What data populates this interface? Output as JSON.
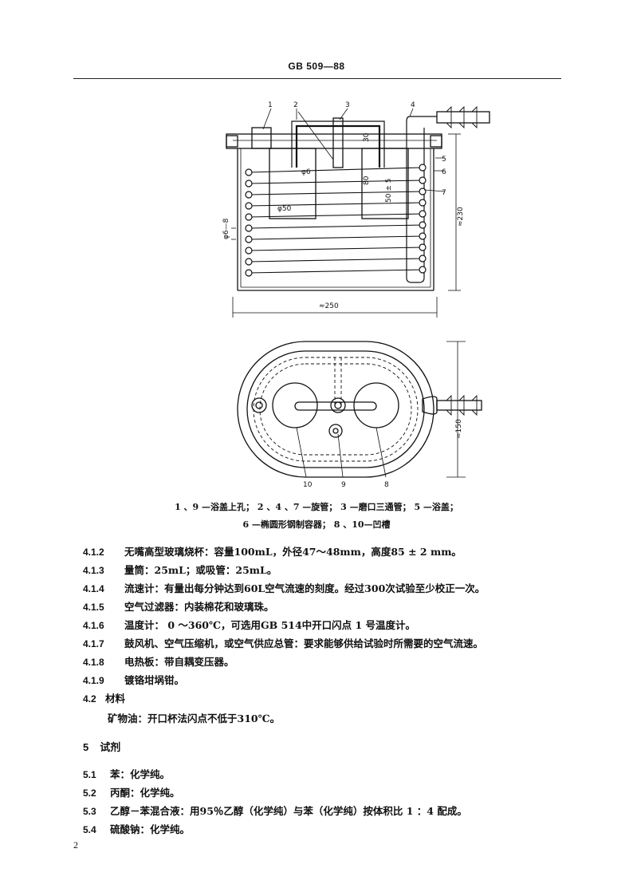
{
  "header": {
    "standard_code": "GB 509—88"
  },
  "figure": {
    "part_numbers": [
      "1",
      "2",
      "3",
      "4",
      "5",
      "6",
      "7",
      "8",
      "9",
      "10"
    ],
    "dimensions": {
      "width": "≈250",
      "height": "≈230",
      "depth_small": "30",
      "depth_80": "80",
      "tolerance": "50 ± 5",
      "tube_dia": "φ6",
      "beaker_dia": "φ50",
      "side_dia": "φ6—8",
      "plan_height": "≈150"
    }
  },
  "caption": {
    "line1": "1 、9 —浴盖上孔； 2 、4 、7 —旋管； 3 —磨口三通管； 5 —浴盖；",
    "line2": "6 —椭圆形钢制容器； 8 、10—凹槽"
  },
  "items": [
    {
      "num": "4.1.2",
      "text": "无嘴高型玻璃烧杯：容量100mL，外径47～48mm，高度85 ± 2 mm。"
    },
    {
      "num": "4.1.3",
      "text": "量筒：25mL；或吸管：25mL。"
    },
    {
      "num": "4.1.4",
      "text": "流速计：有量出每分钟达到60L空气流速的刻度。经过300次试验至少校正一次。"
    },
    {
      "num": "4.1.5",
      "text": "空气过滤器：内装棉花和玻璃珠。"
    },
    {
      "num": "4.1.6",
      "text": "温度计： 0 ～360℃，可选用GB  514中开口闪点 1 号温度计。"
    },
    {
      "num": "4.1.7",
      "text": "鼓风机、空气压缩机，或空气供应总管：要求能够供给试验时所需要的空气流速。"
    },
    {
      "num": "4.1.8",
      "text": "电热板：带自耦变压器。"
    },
    {
      "num": "4.1.9",
      "text": "镀铬坩埚钳。"
    }
  ],
  "materials": {
    "num": "4.2",
    "title": "材料",
    "text": "矿物油：开口杯法闪点不低于310℃。"
  },
  "section5": {
    "num": "5",
    "title": "试剂",
    "items": [
      {
        "num": "5.1",
        "text": "苯：化学纯。"
      },
      {
        "num": "5.2",
        "text": "丙酮：化学纯。"
      },
      {
        "num": "5.3",
        "text": "乙醇－苯混合液：用95％乙醇（化学纯）与苯（化学纯）按体积比 1 ：4 配成。"
      },
      {
        "num": "5.4",
        "text": "硫酸钠：化学纯。"
      }
    ]
  },
  "page": {
    "number": "2"
  }
}
